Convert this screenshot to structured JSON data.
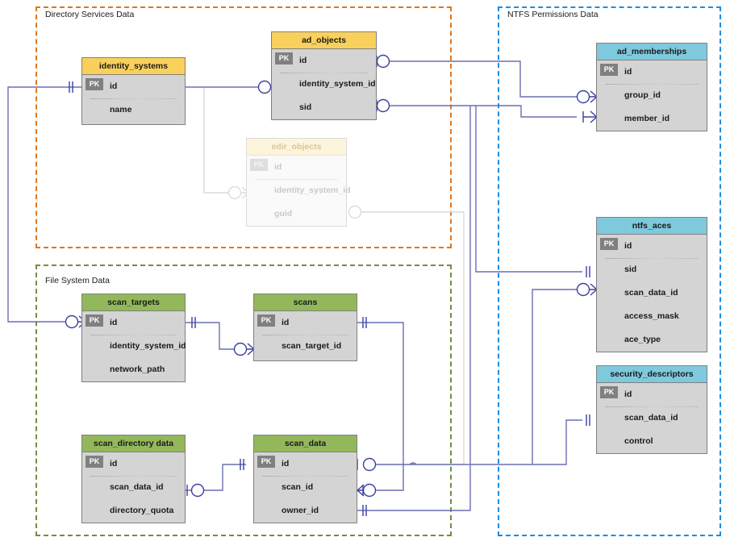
{
  "diagram": {
    "title": "Entity Relationship Diagram",
    "colors": {
      "directory_group_border": "#e2761b",
      "filesystem_group_border": "#6f8f3f",
      "ntfs_group_border": "#1f8ce0",
      "directory_header": "#fad05c",
      "filesystem_header": "#93b85b",
      "ntfs_header": "#7fc9dd",
      "table_body": "#d4d4d4",
      "connector": "#6b6fb5",
      "pk_badge": "#808080"
    }
  },
  "groups": [
    {
      "id": "directory",
      "label": "Directory Services Data",
      "border_color": "#e2761b"
    },
    {
      "id": "filesystem",
      "label": "File System Data",
      "border_color": "#6f8f3f"
    },
    {
      "id": "ntfs",
      "label": "NTFS Permissions Data",
      "border_color": "#1f8ce0"
    }
  ],
  "tables": [
    {
      "id": "identity_systems",
      "name": "identity_systems",
      "group": "directory",
      "header_color": "#fad05c",
      "faded": false,
      "columns": [
        {
          "name": "id",
          "key": "PK"
        },
        {
          "name": "name",
          "key": ""
        }
      ]
    },
    {
      "id": "ad_objects",
      "name": "ad_objects",
      "group": "directory",
      "header_color": "#fad05c",
      "faded": false,
      "columns": [
        {
          "name": "id",
          "key": "PK"
        },
        {
          "name": "identity_system_id",
          "key": ""
        },
        {
          "name": "sid",
          "key": ""
        }
      ]
    },
    {
      "id": "edir_objects",
      "name": "edir_objects",
      "group": "directory",
      "header_color": "#fdf4dc",
      "faded": true,
      "columns": [
        {
          "name": "id",
          "key": "PK"
        },
        {
          "name": "identity_system_id",
          "key": ""
        },
        {
          "name": "guid",
          "key": ""
        }
      ]
    },
    {
      "id": "scan_targets",
      "name": "scan_targets",
      "group": "filesystem",
      "header_color": "#93b85b",
      "faded": false,
      "columns": [
        {
          "name": "id",
          "key": "PK"
        },
        {
          "name": "identity_system_id",
          "key": ""
        },
        {
          "name": "network_path",
          "key": ""
        }
      ]
    },
    {
      "id": "scans",
      "name": "scans",
      "group": "filesystem",
      "header_color": "#93b85b",
      "faded": false,
      "columns": [
        {
          "name": "id",
          "key": "PK"
        },
        {
          "name": "scan_target_id",
          "key": ""
        }
      ]
    },
    {
      "id": "scan_directory_data",
      "name": "scan_directory data",
      "group": "filesystem",
      "header_color": "#93b85b",
      "faded": false,
      "columns": [
        {
          "name": "id",
          "key": "PK"
        },
        {
          "name": "scan_data_id",
          "key": ""
        },
        {
          "name": "directory_quota",
          "key": ""
        }
      ]
    },
    {
      "id": "scan_data",
      "name": "scan_data",
      "group": "filesystem",
      "header_color": "#93b85b",
      "faded": false,
      "columns": [
        {
          "name": "id",
          "key": "PK"
        },
        {
          "name": "scan_id",
          "key": ""
        },
        {
          "name": "owner_id",
          "key": ""
        }
      ]
    },
    {
      "id": "ad_memberships",
      "name": "ad_memberships",
      "group": "ntfs",
      "header_color": "#7fc9dd",
      "faded": false,
      "columns": [
        {
          "name": "id",
          "key": "PK"
        },
        {
          "name": "group_id",
          "key": ""
        },
        {
          "name": "member_id",
          "key": ""
        }
      ]
    },
    {
      "id": "ntfs_aces",
      "name": "ntfs_aces",
      "group": "ntfs",
      "header_color": "#7fc9dd",
      "faded": false,
      "columns": [
        {
          "name": "id",
          "key": "PK"
        },
        {
          "name": "sid",
          "key": ""
        },
        {
          "name": "scan_data_id",
          "key": ""
        },
        {
          "name": "access_mask",
          "key": ""
        },
        {
          "name": "ace_type",
          "key": ""
        }
      ]
    },
    {
      "id": "security_descriptors",
      "name": "security_descriptors",
      "group": "ntfs",
      "header_color": "#7fc9dd",
      "faded": false,
      "columns": [
        {
          "name": "id",
          "key": "PK"
        },
        {
          "name": "scan_data_id",
          "key": ""
        },
        {
          "name": "control",
          "key": ""
        }
      ]
    }
  ],
  "relationships": [
    {
      "from": "identity_systems.id",
      "to": "ad_objects.identity_system_id",
      "from_card": "one",
      "to_card": "many"
    },
    {
      "from": "identity_systems.id",
      "to": "edir_objects.identity_system_id",
      "from_card": "one",
      "to_card": "many",
      "faded": true
    },
    {
      "from": "identity_systems.id",
      "to": "scan_targets.id",
      "from_card": "one",
      "to_card": "many"
    },
    {
      "from": "ad_objects.id",
      "to": "ad_memberships.group_id",
      "from_card": "zero-one",
      "to_card": "many"
    },
    {
      "from": "ad_objects.sid",
      "to": "ad_memberships.member_id",
      "from_card": "zero-one",
      "to_card": "many"
    },
    {
      "from": "ad_objects.sid",
      "to": "ntfs_aces.sid",
      "from_card": "zero-one",
      "to_card": "one"
    },
    {
      "from": "edir_objects.guid",
      "to": "scan_data.id",
      "from_card": "zero-one",
      "to_card": "zero-one",
      "faded": true
    },
    {
      "from": "scan_targets.id",
      "to": "scans.scan_target_id",
      "from_card": "one",
      "to_card": "many"
    },
    {
      "from": "scans.id",
      "to": "scan_data.scan_id",
      "from_card": "one",
      "to_card": "many"
    },
    {
      "from": "scan_directory_data.id",
      "to": "scan_data.id",
      "from_card": "one",
      "to_card": "zero-one"
    },
    {
      "from": "scan_directory_data.scan_data_id",
      "to": "scan_data.id",
      "from_card": "zero-one",
      "to_card": "one"
    },
    {
      "from": "scan_data.id",
      "to": "ntfs_aces.scan_data_id",
      "from_card": "zero-one",
      "to_card": "many"
    },
    {
      "from": "scan_data.id",
      "to": "security_descriptors.scan_data_id",
      "from_card": "zero-one",
      "to_card": "one"
    },
    {
      "from": "scan_data.owner_id",
      "to": "ad_objects.sid",
      "from_card": "one",
      "to_card": "zero-one"
    }
  ]
}
